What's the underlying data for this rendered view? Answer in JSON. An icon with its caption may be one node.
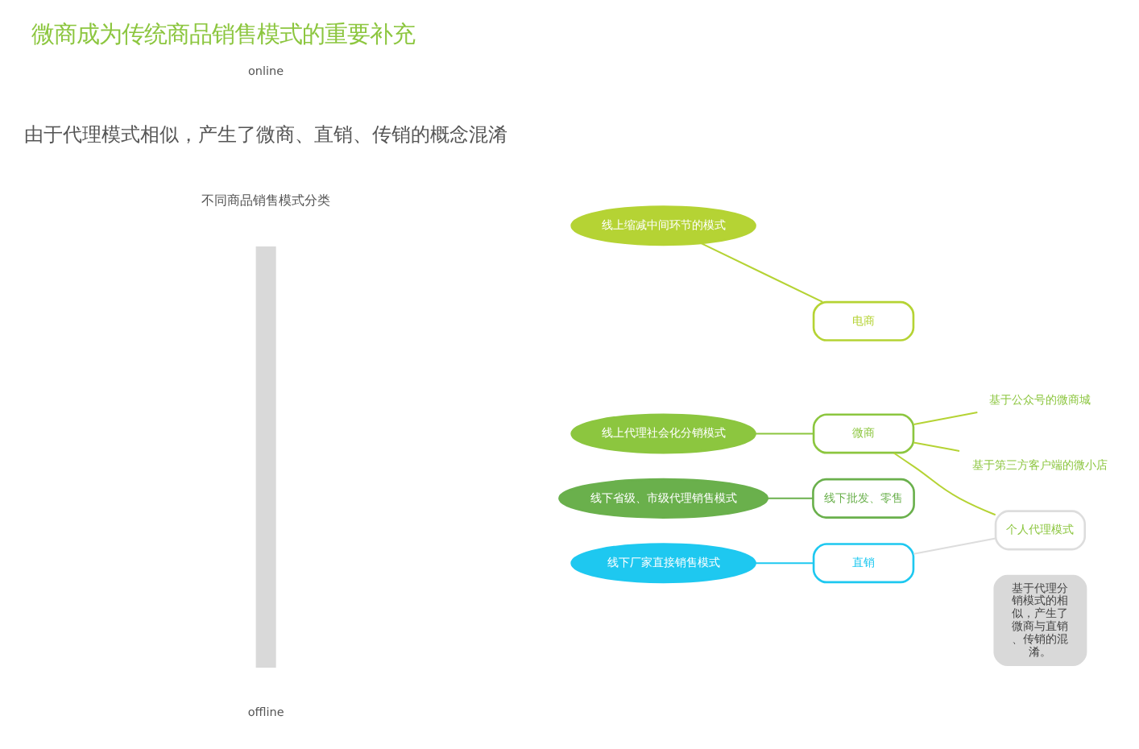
{
  "diagram": {
    "title": "微商成为传统商品销售模式的重要补充",
    "nodes": [
      {
        "text": [
          "线上缩减中间环节的模式"
        ]
      },
      {
        "text": [
          "电商"
        ]
      },
      {
        "text": [
          "线上代理社会化分销模式"
        ]
      },
      {
        "text": [
          "微商"
        ]
      },
      {
        "text": [],
        "shape": "bar"
      },
      {
        "text": [
          "线下省级、市级代理销售模式"
        ]
      },
      {
        "text": [
          "线下批发、零售"
        ]
      },
      {
        "text": [
          "线下厂家直接销售模式"
        ]
      },
      {
        "text": [
          "直销"
        ]
      },
      {
        "text": [
          "基于公众号的微商城"
        ]
      },
      {
        "text": [
          "基于第三方客户端的微小店"
        ]
      },
      {
        "text": [
          "个人代理模式"
        ]
      },
      {
        "text": [
          "基于代理分销模式的相似，产生了微商与直销、传销的混淆。"
        ]
      }
    ],
    "edges": [
      {
        "from": 0,
        "to": 1,
        "arrow": "none",
        "color": "#b5d334"
      },
      {
        "from": 2,
        "to": 3,
        "arrow": "none",
        "color": "#8cc63f"
      },
      {
        "from": 5,
        "to": 6,
        "arrow": "none",
        "color": "#6ab04c"
      },
      {
        "from": 7,
        "to": 8,
        "arrow": "none",
        "color": "#1ec8f0"
      },
      {
        "from": 3,
        "to": 9,
        "arrow": "none",
        "color": "#b5d334"
      },
      {
        "from": 3,
        "to": 10,
        "arrow": "none",
        "color": "#b5d334"
      },
      {
        "from": 3,
        "to": 11,
        "arrow": "none",
        "color": "#b5d334"
      },
      {
        "from": 8,
        "to": 11,
        "arrow": "none",
        "color": "#dddddd"
      }
    ],
    "labels": [
      "由于代理模式相似，产生了微商、直销、传销的概念混淆",
      "不同商品销售模式分类",
      "online",
      "offline"
    ]
  }
}
